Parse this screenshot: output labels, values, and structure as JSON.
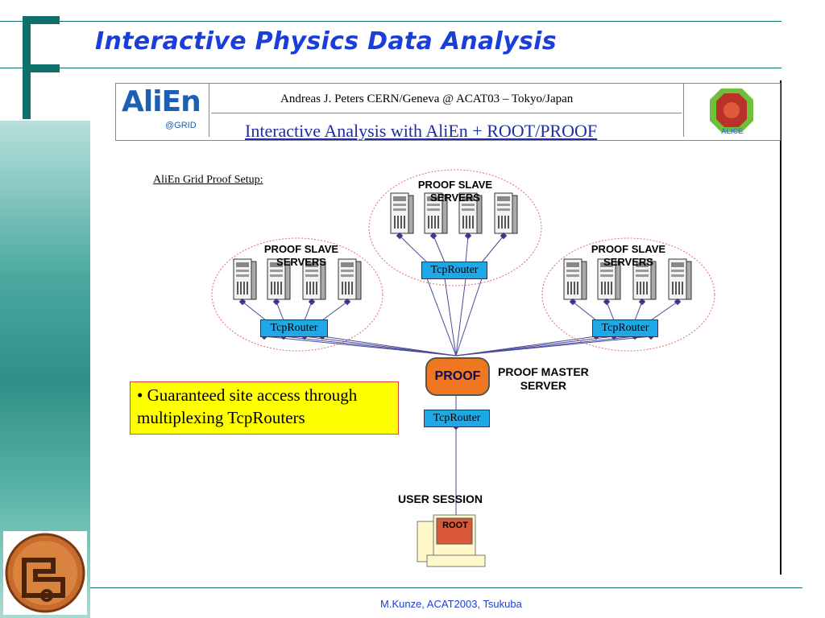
{
  "slide": {
    "title": "Interactive Physics Data Analysis",
    "footer": "M.Kunze, ACAT2003, Tsukuba"
  },
  "header": {
    "logo_text": "AliEn",
    "logo_sub": "@GRID",
    "author": "Andreas J. Peters CERN/Geneva @ ACAT03 – Tokyo/Japan",
    "subtitle": "Interactive Analysis with AliEn + ROOT/PROOF"
  },
  "diagram": {
    "setup_label": "AliEn Grid Proof Setup:",
    "slave_clusters": [
      {
        "label_line1": "PROOF SLAVE",
        "label_line2": "SERVERS",
        "router": "TcpRouter"
      },
      {
        "label_line1": "PROOF SLAVE",
        "label_line2": "SERVERS",
        "router": "TcpRouter"
      },
      {
        "label_line1": "PROOF SLAVE",
        "label_line2": "SERVERS",
        "router": "TcpRouter"
      }
    ],
    "master": {
      "box_label": "PROOF",
      "label_line1": "PROOF MASTER",
      "label_line2": "SERVER",
      "router": "TcpRouter"
    },
    "user_session": {
      "label": "USER SESSION",
      "screen_text": "ROOT"
    },
    "callout": {
      "line1": "• Guaranteed site access through",
      "line2": "multiplexing TcpRouters"
    }
  },
  "colors": {
    "title": "#1a3fd8",
    "router": "#1fa8e8",
    "proof_box": "#f07722",
    "callout_bg": "#ffff00",
    "accent_teal": "#0f6f6a"
  }
}
